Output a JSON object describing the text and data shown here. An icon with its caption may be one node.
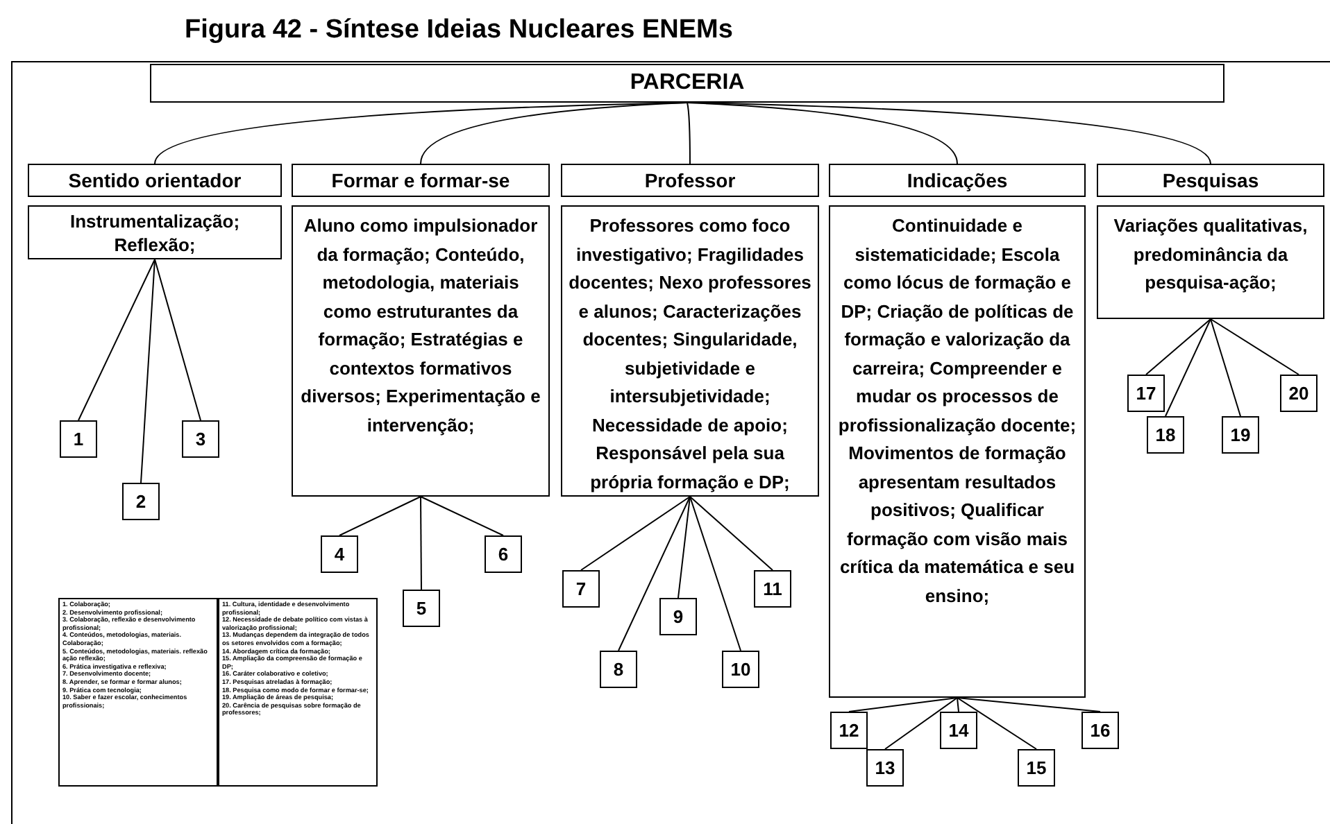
{
  "diagram": {
    "title": "Figura 42 - Síntese Ideias Nucleares ENEMs",
    "nodes": [
      {
        "text": [
          "PARCERIA"
        ]
      },
      {
        "text": [
          "Sentido orientador"
        ]
      },
      {
        "text": [
          "Formar e formar-se"
        ]
      },
      {
        "text": [
          "Professor"
        ]
      },
      {
        "text": [
          "Indicações"
        ]
      },
      {
        "text": [
          "Pesquisas"
        ]
      },
      {
        "text": [
          "Instrumentalização; Reflexão;"
        ]
      },
      {
        "text": [
          "Aluno como impulsionador da formação; Conteúdo, metodologia, materiais como estruturantes da formação; Estratégias e contextos formativos diversos; Experimentação e intervenção;"
        ]
      },
      {
        "text": [
          "Professores como foco investigativo; Fragilidades docentes; Nexo professores e alunos; Caracterizações docentes; Singularidade, subjetividade e intersubjetividade; Necessidade de apoio; Responsável pela sua própria formação e DP;"
        ]
      },
      {
        "text": [
          "Continuidade e sistematicidade; Escola como lócus de formação e DP; Criação de políticas de formação e valorização da carreira; Compreender e mudar os processos de profissionalização docente; Movimentos de formação apresentam resultados positivos; Qualificar formação com visão mais crítica da matemática e seu ensino;"
        ]
      },
      {
        "text": [
          "Variações qualitativas, predominância da pesquisa-ação;"
        ]
      },
      {
        "text": [
          "1"
        ]
      },
      {
        "text": [
          "2"
        ]
      },
      {
        "text": [
          "3"
        ]
      },
      {
        "text": [
          "4"
        ]
      },
      {
        "text": [
          "5"
        ]
      },
      {
        "text": [
          "6"
        ]
      },
      {
        "text": [
          "7"
        ]
      },
      {
        "text": [
          "8"
        ]
      },
      {
        "text": [
          "9"
        ]
      },
      {
        "text": [
          "10"
        ]
      },
      {
        "text": [
          "11"
        ]
      },
      {
        "text": [
          "12"
        ]
      },
      {
        "text": [
          "13"
        ]
      },
      {
        "text": [
          "14"
        ]
      },
      {
        "text": [
          "15"
        ]
      },
      {
        "text": [
          "16"
        ]
      },
      {
        "text": [
          "17"
        ]
      },
      {
        "text": [
          "18"
        ]
      },
      {
        "text": [
          "19"
        ]
      },
      {
        "text": [
          "20"
        ]
      }
    ],
    "edges": [
      {
        "from": 0,
        "to": 1,
        "arrow": "none"
      },
      {
        "from": 0,
        "to": 2,
        "arrow": "none"
      },
      {
        "from": 0,
        "to": 3,
        "arrow": "none"
      },
      {
        "from": 0,
        "to": 4,
        "arrow": "none"
      },
      {
        "from": 0,
        "to": 5,
        "arrow": "none"
      },
      {
        "from": 6,
        "to": 11,
        "arrow": "none"
      },
      {
        "from": 6,
        "to": 12,
        "arrow": "none"
      },
      {
        "from": 6,
        "to": 13,
        "arrow": "none"
      },
      {
        "from": 7,
        "to": 14,
        "arrow": "none"
      },
      {
        "from": 7,
        "to": 15,
        "arrow": "none"
      },
      {
        "from": 7,
        "to": 16,
        "arrow": "none"
      },
      {
        "from": 8,
        "to": 17,
        "arrow": "none"
      },
      {
        "from": 8,
        "to": 18,
        "arrow": "none"
      },
      {
        "from": 8,
        "to": 19,
        "arrow": "none"
      },
      {
        "from": 8,
        "to": 20,
        "arrow": "none"
      },
      {
        "from": 8,
        "to": 21,
        "arrow": "none"
      },
      {
        "from": 9,
        "to": 22,
        "arrow": "none"
      },
      {
        "from": 9,
        "to": 23,
        "arrow": "none"
      },
      {
        "from": 9,
        "to": 24,
        "arrow": "none"
      },
      {
        "from": 9,
        "to": 25,
        "arrow": "none"
      },
      {
        "from": 9,
        "to": 26,
        "arrow": "none"
      },
      {
        "from": 10,
        "to": 27,
        "arrow": "none"
      },
      {
        "from": 10,
        "to": 28,
        "arrow": "none"
      },
      {
        "from": 10,
        "to": 29,
        "arrow": "none"
      },
      {
        "from": 10,
        "to": 30,
        "arrow": "none"
      }
    ],
    "labels": [
      "1. Colaboração;",
      "2. Desenvolvimento profissional;",
      "3. Colaboração, reflexão e desenvolvimento profissional;",
      "4. Conteúdos, metodologias, materiais. Colaboração;",
      "5. Conteúdos, metodologias, materiais. reflexão ação reflexão;",
      "6. Prática investigativa e reflexiva;",
      "7. Desenvolvimento docente;",
      "8. Aprender, se formar e formar alunos;",
      "9. Prática com tecnologia;",
      "10. Saber e fazer escolar, conhecimentos profissionais;",
      "11. Cultura, identidade e desenvolvimento profissional;",
      "12. Necessidade de debate político com vistas à valorização profissional;",
      "13. Mudanças dependem da integração de todos os setores envolvidos com a formação;",
      "14. Abordagem crítica da formação;",
      "15. Ampliação da compreensão de formação e DP;",
      "16. Caráter colaborativo e coletivo;",
      "17. Pesquisas atreladas à formação;",
      "18. Pesquisa como modo de formar e formar-se;",
      "19. Ampliação de áreas de pesquisa;",
      "20. Carência de pesquisas sobre formação de professores;"
    ]
  }
}
